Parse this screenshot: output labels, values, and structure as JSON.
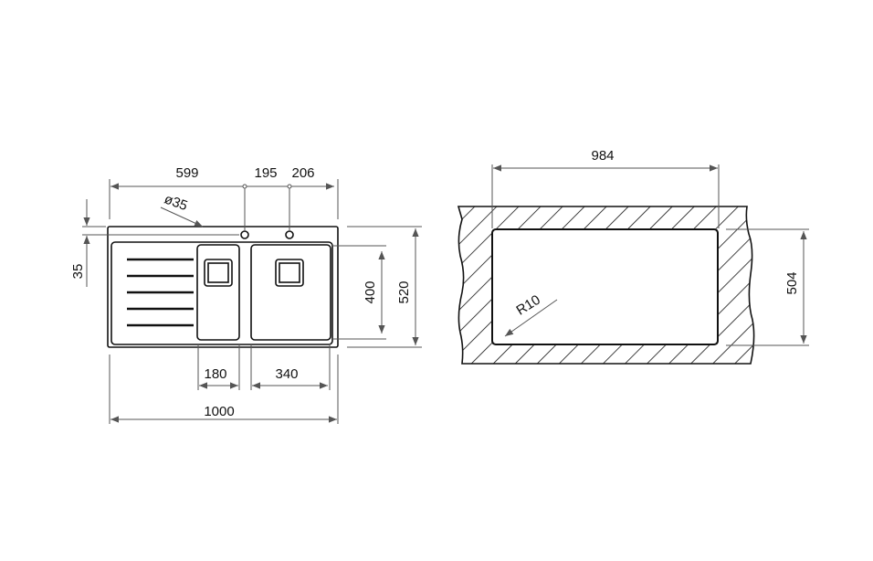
{
  "drawing_left": {
    "dimensions": {
      "d599": "599",
      "d195": "195",
      "d206": "206",
      "hole_diameter": "ø35",
      "d35": "35",
      "d400": "400",
      "d520": "520",
      "d180": "180",
      "d340": "340",
      "d1000": "1000"
    }
  },
  "drawing_right": {
    "dimensions": {
      "d984": "984",
      "d504": "504",
      "radius": "R10"
    }
  },
  "colors": {
    "line": "#111111",
    "dimension": "#555555"
  }
}
